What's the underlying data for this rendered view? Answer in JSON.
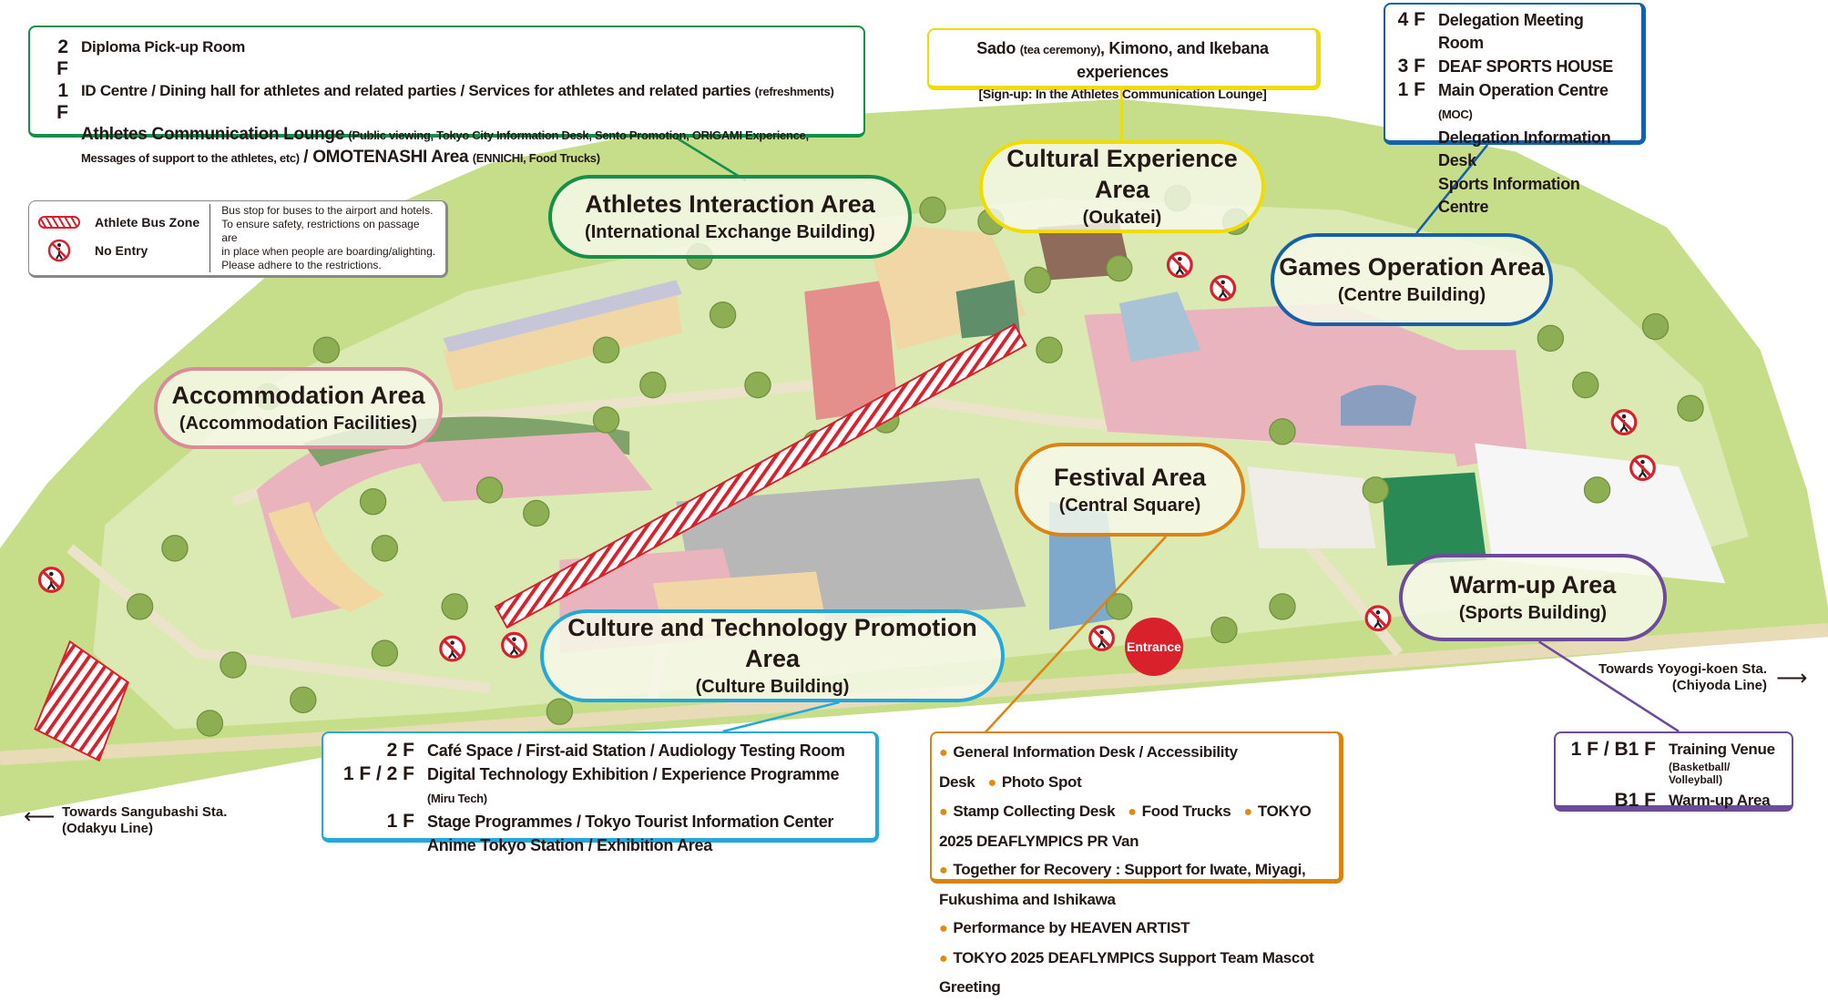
{
  "colors": {
    "land": "#c6dd8a",
    "land_light": "#dbe9b2",
    "road": "#e7dbb8",
    "green": "#14904a",
    "yellow": "#f2dc00",
    "blue": "#1560ac",
    "pink": "#d98b98",
    "orange": "#dc8413",
    "purple": "#6e4a9c",
    "cyan": "#24a8db",
    "no_entry": "#d9212c"
  },
  "athletes_info": {
    "rows": [
      {
        "floor": "2 F",
        "text": "Diploma Pick-up Room"
      },
      {
        "floor": "1 F",
        "text": "ID Centre / Dining hall for athletes and related parties / Services for athletes and related parties",
        "note": "(refreshments)"
      }
    ],
    "lounge": "Athletes Communication Lounge",
    "lounge_note": "(Public viewing, Tokyo City Information Desk, Sento Promotion, ORIGAMI Experience,",
    "lounge_note2": "Messages of support to the athletes, etc)",
    "omotenashi": "/ OMOTENASHI Area",
    "omotenashi_note": "(ENNICHI, Food Trucks)"
  },
  "legend": {
    "bus_zone": "Athlete Bus Zone",
    "no_entry": "No Entry",
    "note": [
      "Bus stop for buses to the airport and hotels.",
      "To ensure safety, restrictions on passage are",
      "in place when people are boarding/alighting.",
      "Please adhere to the restrictions."
    ]
  },
  "cultural_info": {
    "sado": "Sado",
    "sado_note": "(tea ceremony)",
    "rest": ", Kimono, and Ikebana experiences",
    "signup": "[Sign-up: In the Athletes Communication Lounge]"
  },
  "games_info": {
    "rows": [
      {
        "floor": "4 F",
        "text": "Delegation Meeting Room"
      },
      {
        "floor": "3 F",
        "text": "DEAF SPORTS HOUSE"
      },
      {
        "floor": "1 F",
        "text": "Main Operation Centre",
        "note": "(MOC)"
      },
      {
        "floor": "",
        "text": "Delegation Information Desk"
      },
      {
        "floor": "",
        "text": "Sports Information Centre"
      }
    ]
  },
  "areas": {
    "athletes": {
      "title": "Athletes Interaction Area",
      "sub": "(International Exchange Building)"
    },
    "cultural": {
      "title": "Cultural Experience Area",
      "sub": "(Oukatei)"
    },
    "games": {
      "title": "Games Operation Area",
      "sub": "(Centre Building)"
    },
    "accommodation": {
      "title": "Accommodation Area",
      "sub": "(Accommodation Facilities)"
    },
    "festival": {
      "title": "Festival Area",
      "sub": "(Central Square)"
    },
    "warmup": {
      "title": "Warm-up Area",
      "sub": "(Sports Building)"
    },
    "culture_tech": {
      "title": "Culture and Technology Promotion Area",
      "sub": "(Culture Building)"
    }
  },
  "culture_info": {
    "rows": [
      {
        "floor": "2 F",
        "text": "Café Space / First-aid Station / Audiology Testing Room"
      },
      {
        "floor": "1 F / 2 F",
        "text": "Digital Technology Exhibition / Experience Programme",
        "note": "(Miru Tech)"
      },
      {
        "floor": "1 F",
        "text": "Stage Programmes / Tokyo Tourist Information Center"
      },
      {
        "floor": "",
        "text": "Anime Tokyo Station / Exhibition Area"
      }
    ]
  },
  "festival_info": {
    "lines": [
      [
        "General Information Desk / Accessibility Desk",
        "Photo Spot"
      ],
      [
        "Stamp Collecting Desk",
        "Food Trucks",
        "TOKYO 2025 DEAFLYMPICS PR Van"
      ],
      [
        "Together for Recovery : Support for Iwate, Miyagi, Fukushima and Ishikawa"
      ],
      [
        "Performance by HEAVEN ARTIST"
      ],
      [
        "TOKYO 2025 DEAFLYMPICS Support Team Mascot Greeting"
      ]
    ]
  },
  "warmup_info": {
    "rows": [
      {
        "floor": "1 F / B1 F",
        "text": "Training Venue",
        "note": "(Basketball/ Volleyball)"
      },
      {
        "floor": "B1 F",
        "text": "Warm-up Area"
      }
    ]
  },
  "entrance": "Entrance",
  "directions": {
    "yoyogi": [
      "Towards Yoyogi-koen Sta.",
      "(Chiyoda Line)"
    ],
    "sangubashi": [
      "Towards Sangubashi Sta.",
      "(Odakyu Line)"
    ]
  },
  "icons": {
    "no_entry": "no-entry-pedestrian-icon",
    "arrow_right": "arrow-right-icon",
    "arrow_left": "arrow-left-icon"
  }
}
